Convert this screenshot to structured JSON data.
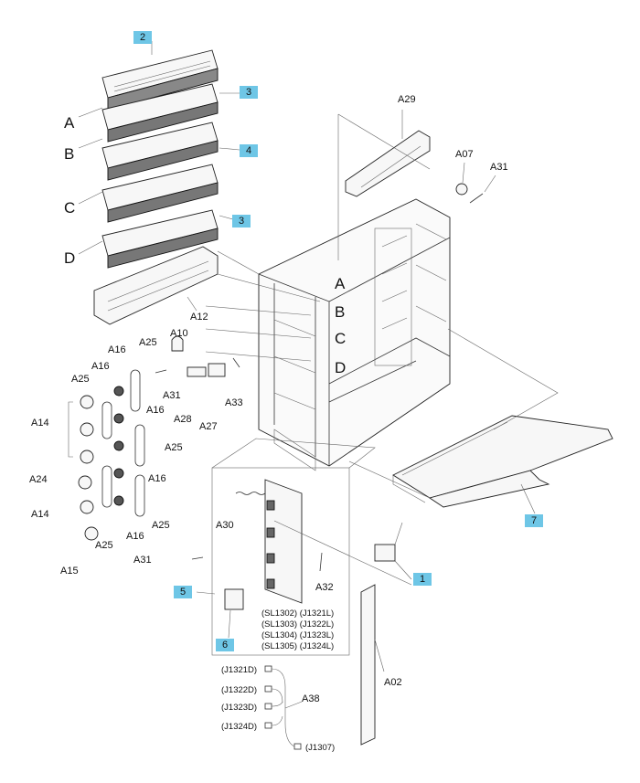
{
  "callouts": [
    "2",
    "3",
    "4",
    "3",
    "5",
    "6",
    "1",
    "7"
  ],
  "letters": [
    "A",
    "B",
    "C",
    "D",
    "A",
    "B",
    "C",
    "D"
  ],
  "parts": {
    "A29": "A29",
    "A07": "A07",
    "A31": "A31",
    "A12": "A12",
    "A10": "A10",
    "A25": "A25",
    "A16": "A16",
    "A14": "A14",
    "A28": "A28",
    "A27": "A27",
    "A33": "A33",
    "A24": "A24",
    "A15": "A15",
    "A30": "A30",
    "A32": "A32",
    "A02": "A02",
    "A38": "A38"
  },
  "sensor_labels": [
    "(SL1302) (J1321L)",
    "(SL1303) (J1322L)",
    "(SL1304) (J1323L)",
    "(SL1305) (J1324L)"
  ],
  "connectors": [
    "(J1321D)",
    "(J1322D)",
    "(J1323D)",
    "(J1324D)",
    "(J1307)"
  ]
}
